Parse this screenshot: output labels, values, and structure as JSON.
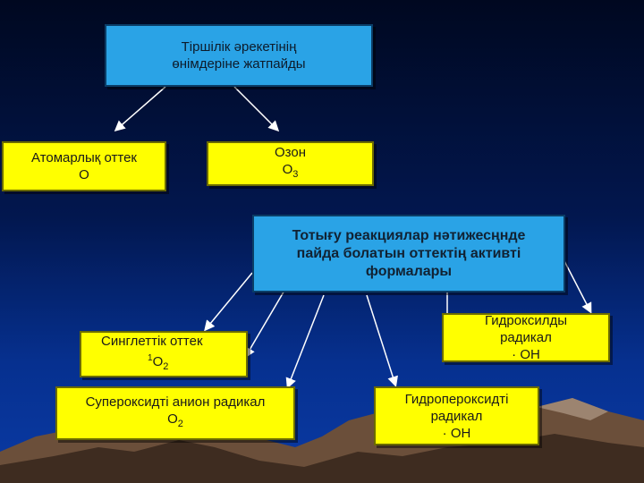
{
  "top_box": {
    "line1": "Тіршілік әрекетінің",
    "line2": "өнімдеріне жатпайды"
  },
  "atomic_oxygen": {
    "name": "Атомарлық оттек",
    "formula": "O"
  },
  "ozone": {
    "name": "Озон",
    "formula_base": "O",
    "formula_sub": "3"
  },
  "center_box": {
    "line1": "Тотығу реакциялар нәтижесңнде",
    "line2": "пайда болатын оттектің активті",
    "line3": "формалары"
  },
  "singlet": {
    "name": "Синглеттік оттек",
    "sup": "1",
    "formula_base": "O",
    "formula_sub": "2"
  },
  "superoxide": {
    "name": "Супероксидті анион радикал",
    "formula_base": "O",
    "formula_sub": "2"
  },
  "hydroxyl": {
    "line1": "Гидроксилды",
    "line2": "радикал",
    "line3": "· OH"
  },
  "hydroperoxyl": {
    "line1": "Гидропероксидті",
    "line2": "радикал",
    "line3": "· OH"
  }
}
